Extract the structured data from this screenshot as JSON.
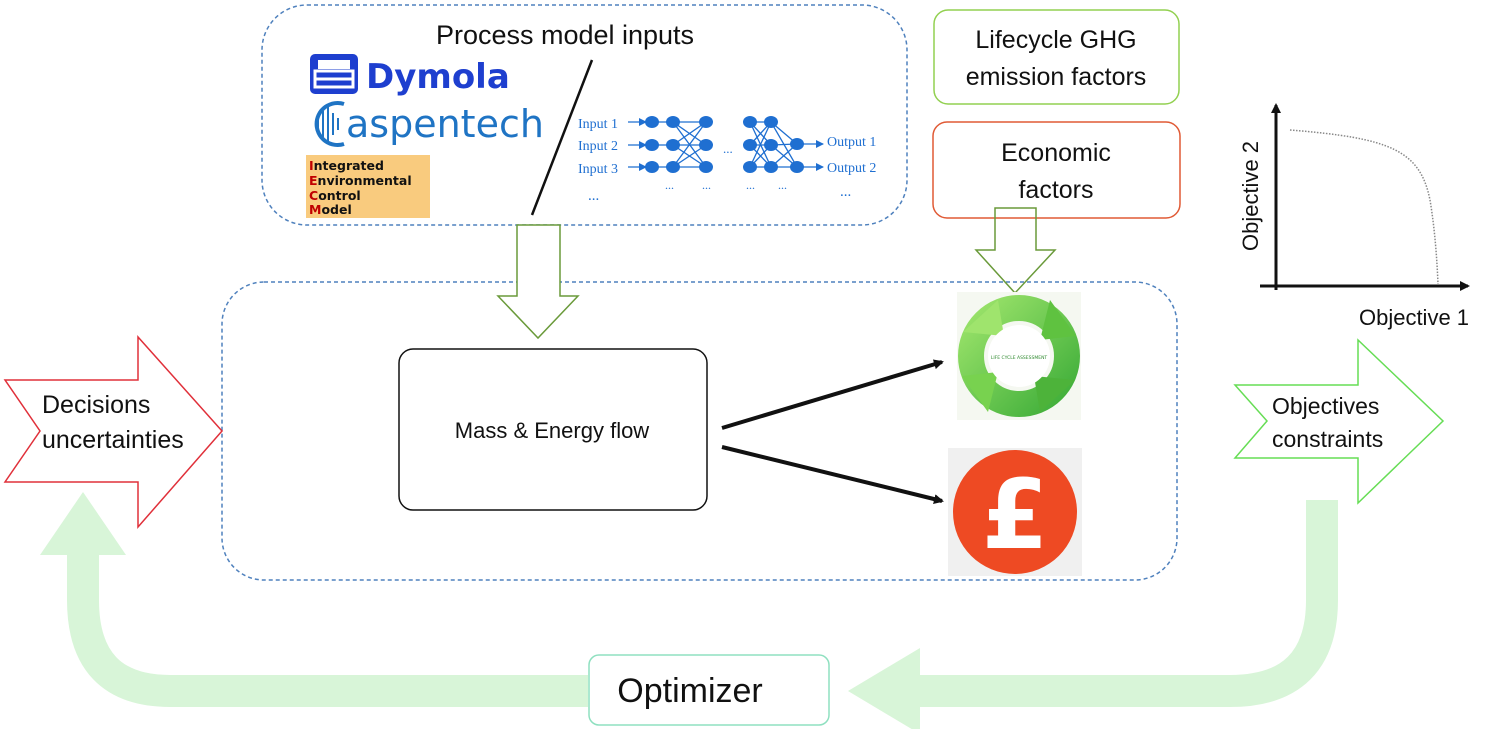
{
  "process_inputs": {
    "title": "Process model inputs",
    "dymola_label": "Dymola",
    "aspentech_label": "aspentech",
    "iecm_lines": [
      "Integrated",
      "Environmental",
      "Control",
      "Model"
    ],
    "nn_inputs": [
      "Input 1",
      "Input 2",
      "Input 3"
    ],
    "nn_outputs": [
      "Output 1",
      "Output 2"
    ],
    "ellipsis": "..."
  },
  "lifecycle_box": {
    "line1": "Lifecycle GHG",
    "line2": "emission factors"
  },
  "economic_box": {
    "line1": "Economic",
    "line2": "factors"
  },
  "mass_energy_label": "Mass & Energy flow",
  "decisions_arrow": {
    "line1": "Decisions",
    "line2": "uncertainties"
  },
  "objectives_arrow": {
    "line1": "Objectives",
    "line2": "constraints"
  },
  "pareto_plot": {
    "xlabel": "Objective 1",
    "ylabel": "Objective 2"
  },
  "optimizer_label": "Optimizer",
  "lca_icon_text": "LIFE CYCLE ASSESSMENT",
  "pound_symbol": "£",
  "colors": {
    "dashed_border": "#4f81bd",
    "lifecycle_border": "#92d050",
    "economic_border": "#e05a35",
    "decisions_border": "#e0303a",
    "objectives_border": "#66dd55",
    "hollow_arrow": "#6a9a3a",
    "feedback_loop": "#d8f5d8",
    "optimizer_border": "#8fe0c0",
    "dymola_blue": "#1e3fcf",
    "aspen_blue": "#1f74c4",
    "iecm_bg": "#f9cb7e",
    "iecm_red": "#c00000",
    "nn_blue": "#1f6fd1",
    "pound_red": "#ee4a23",
    "lca_green": "#6ccc3a"
  }
}
